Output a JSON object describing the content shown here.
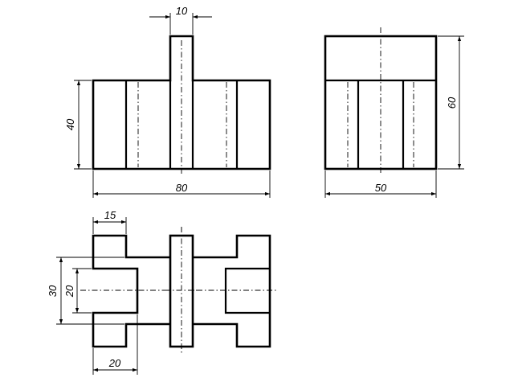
{
  "drawing": {
    "dimensions": {
      "top_width": "10",
      "front_height": "40",
      "front_width": "80",
      "side_height": "60",
      "side_width": "50",
      "plan_tab_width": "15",
      "plan_outer_height": "30",
      "plan_inner_height": "20",
      "plan_base_width": "20"
    },
    "colors": {
      "line": "#000000",
      "background": "#ffffff"
    }
  }
}
